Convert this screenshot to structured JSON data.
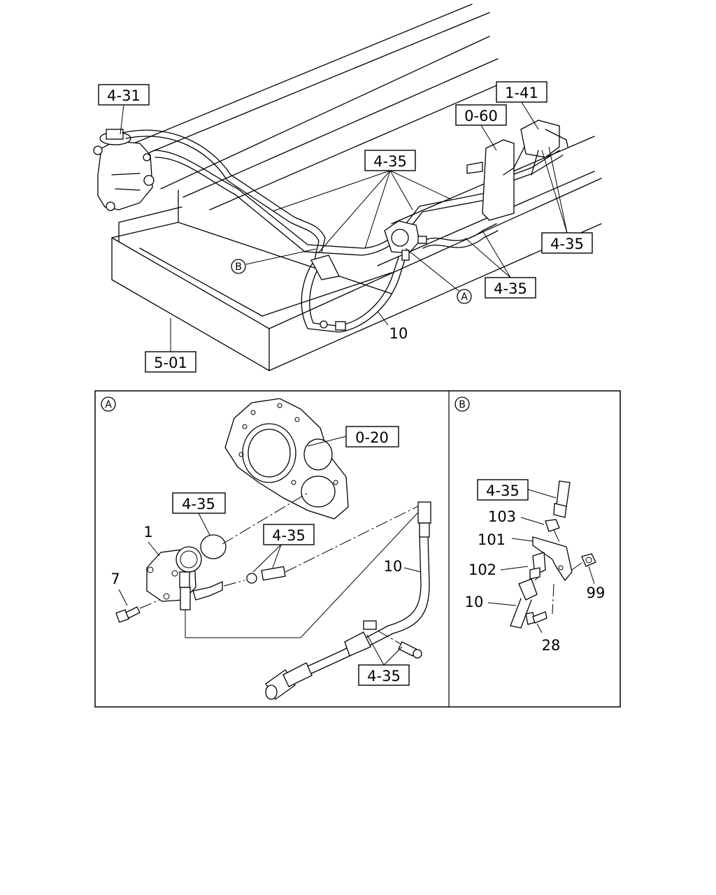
{
  "top": {
    "refs": {
      "r431": "4-31",
      "r141": "1-41",
      "r060": "0-60",
      "r435a": "4-35",
      "r435b": "4-35",
      "r435c": "4-35",
      "r501": "5-01"
    },
    "callouts": {
      "b": "B",
      "a": "A"
    },
    "parts": {
      "hose": "10"
    }
  },
  "panel_a": {
    "marker": "A",
    "refs": {
      "r020": "0-20",
      "r435a": "4-35",
      "r435b": "4-35",
      "r435c": "4-35"
    },
    "parts": {
      "pump": "1",
      "bolt": "7",
      "hose": "10"
    }
  },
  "panel_b": {
    "marker": "B",
    "refs": {
      "r435": "4-35"
    },
    "parts": {
      "p103": "103",
      "p101": "101",
      "p102": "102",
      "p10": "10",
      "p99": "99",
      "p28": "28"
    }
  }
}
